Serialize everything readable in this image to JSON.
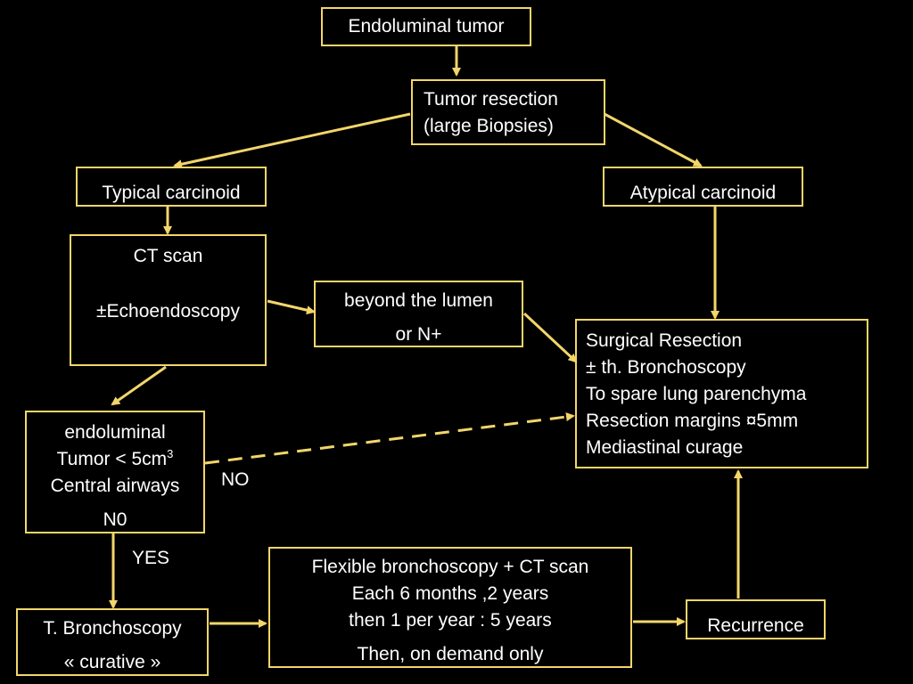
{
  "boxes": {
    "endoluminal_tumor": "Endoluminal tumor",
    "tumor_resection": [
      "Tumor resection",
      "(large Biopsies)"
    ],
    "typical": "Typical carcinoid",
    "atypical": "Atypical carcinoid",
    "ct_scan": [
      "CT scan",
      "±Echoendoscopy"
    ],
    "beyond_lumen": [
      "beyond the lumen",
      "or N+"
    ],
    "surgical": [
      "Surgical Resection",
      "± th. Bronchoscopy",
      "To spare lung parenchyma",
      "Resection margins ¤5mm",
      "Mediastinal curage"
    ],
    "endoluminal_criteria": {
      "line1": "endoluminal",
      "line2_prefix": "Tumor < 5cm",
      "line2_sup": "3",
      "line3": "Central airways",
      "line4": "N0"
    },
    "t_bronchoscopy": [
      "T. Bronchoscopy",
      "« curative »"
    ],
    "followup": [
      "Flexible bronchoscopy + CT scan",
      "Each 6 months ,2 years",
      "then 1 per year : 5 years",
      "Then,  on demand only"
    ],
    "recurrence": "Recurrence"
  },
  "labels": {
    "no": "NO",
    "yes": "YES"
  },
  "colors": {
    "border": "#f2d66a",
    "arrow": "#f2d66a",
    "background": "#000000",
    "text": "#ffffff"
  }
}
